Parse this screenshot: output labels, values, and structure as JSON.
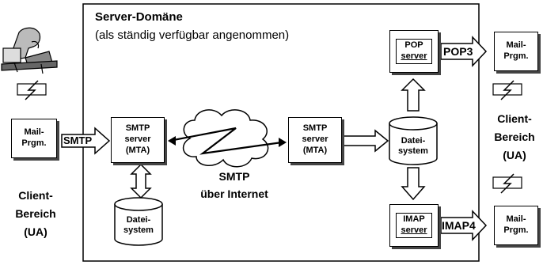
{
  "server_domain": {
    "title": "Server-Domäne",
    "subtitle": "(als ständig verfügbar angenommen)"
  },
  "client_left": {
    "mail_prgm": [
      "Mail-",
      "Prgm."
    ],
    "area_label": [
      "Client-",
      "Bereich",
      "(UA)"
    ]
  },
  "client_right": {
    "area_label": [
      "Client-",
      "Bereich",
      "(UA)"
    ],
    "mail_prgm_top": [
      "Mail-",
      "Prgm."
    ],
    "mail_prgm_bottom": [
      "Mail-",
      "Prgm."
    ]
  },
  "smtp_server_left": [
    "SMTP",
    "server",
    "(MTA)"
  ],
  "smtp_server_right": [
    "SMTP",
    "server",
    "(MTA)"
  ],
  "internet_label": [
    "SMTP",
    "über Internet"
  ],
  "datei_left": [
    "Datei-",
    "system"
  ],
  "datei_center": [
    "Datei-",
    "system"
  ],
  "pop_server": [
    "POP",
    "server"
  ],
  "imap_server": [
    "IMAP",
    "server"
  ],
  "protocols": {
    "smtp": "SMTP",
    "pop3": "POP3",
    "imap4": "IMAP4"
  },
  "colors": {
    "line": "#000000",
    "shadow": "#444444",
    "background": "#ffffff"
  }
}
